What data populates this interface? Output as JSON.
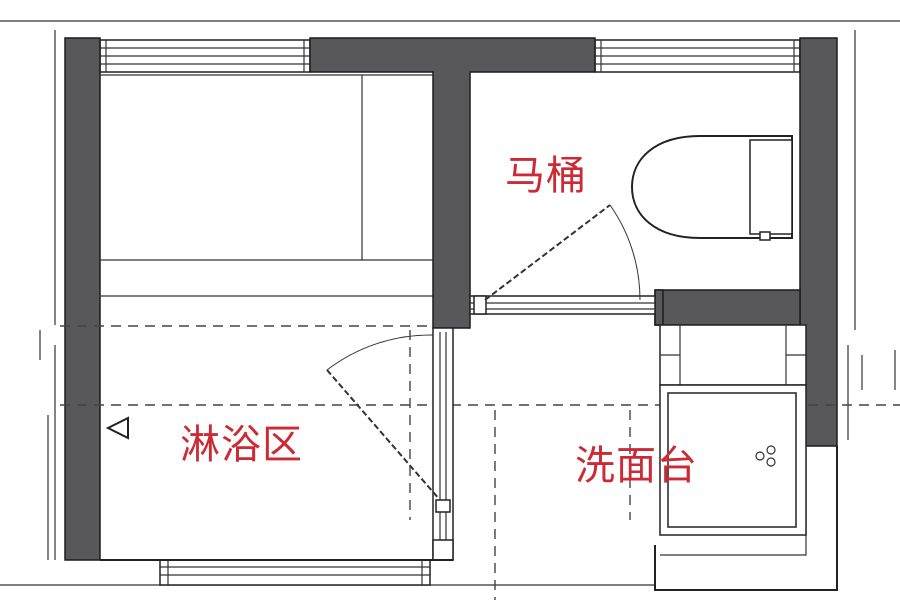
{
  "labels": {
    "toilet": "马桶",
    "shower": "淋浴区",
    "vanity": "洗面台"
  },
  "colors": {
    "label": "#cc2a35",
    "wall_fill": "#58585a",
    "line": "#222222"
  }
}
